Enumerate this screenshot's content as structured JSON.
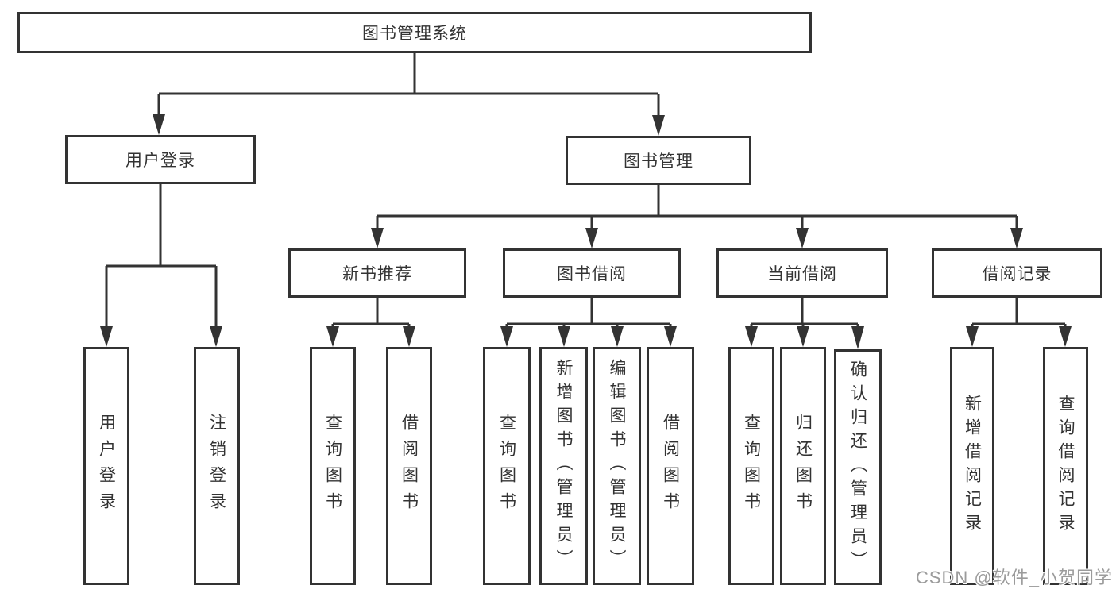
{
  "diagram": {
    "title": "图书管理系统",
    "nodes": [
      {
        "id": "root",
        "label": "图书管理系统",
        "parent": null
      },
      {
        "id": "login",
        "label": "用户登录",
        "parent": "root"
      },
      {
        "id": "mgmt",
        "label": "图书管理",
        "parent": "root"
      },
      {
        "id": "rec",
        "label": "新书推荐",
        "parent": "mgmt"
      },
      {
        "id": "borrow",
        "label": "图书借阅",
        "parent": "mgmt"
      },
      {
        "id": "current",
        "label": "当前借阅",
        "parent": "mgmt"
      },
      {
        "id": "records",
        "label": "借阅记录",
        "parent": "mgmt"
      },
      {
        "id": "leaf-login-1",
        "label": "用户登录",
        "parent": "login"
      },
      {
        "id": "leaf-login-2",
        "label": "注销登录",
        "parent": "login"
      },
      {
        "id": "leaf-rec-1",
        "label": "查询图书",
        "parent": "rec"
      },
      {
        "id": "leaf-rec-2",
        "label": "借阅图书",
        "parent": "rec"
      },
      {
        "id": "leaf-borrow-1",
        "label": "查询图书",
        "parent": "borrow"
      },
      {
        "id": "leaf-borrow-2",
        "label": "新增图书（管理员）",
        "parent": "borrow"
      },
      {
        "id": "leaf-borrow-3",
        "label": "编辑图书（管理员）",
        "parent": "borrow"
      },
      {
        "id": "leaf-borrow-4",
        "label": "借阅图书",
        "parent": "borrow"
      },
      {
        "id": "leaf-current-1",
        "label": "查询图书",
        "parent": "current"
      },
      {
        "id": "leaf-current-2",
        "label": "归还图书",
        "parent": "current"
      },
      {
        "id": "leaf-current-3",
        "label": "确认归还（管理员）",
        "parent": "current"
      },
      {
        "id": "leaf-records-1",
        "label": "新增借阅记录",
        "parent": "records"
      },
      {
        "id": "leaf-records-2",
        "label": "查询借阅记录",
        "parent": "records"
      }
    ]
  },
  "watermark": {
    "text": "CSDN @软件_小贺同学"
  },
  "colors": {
    "line": "#333333",
    "box_border": "#333333",
    "text": "#333333",
    "background": "#ffffff",
    "watermark": "#9b9b9b"
  }
}
